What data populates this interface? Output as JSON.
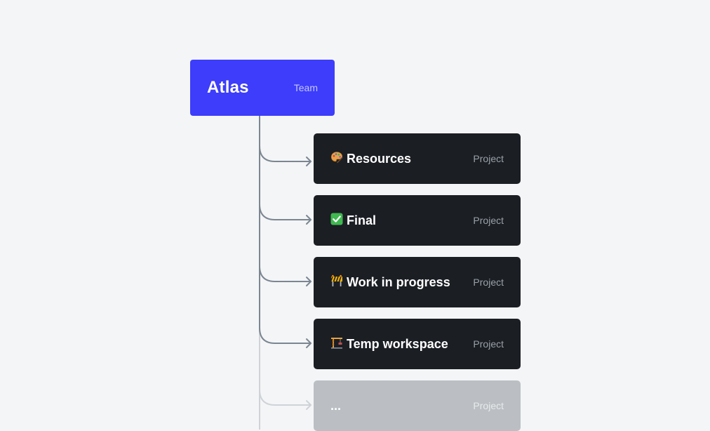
{
  "team": {
    "name": "Atlas",
    "type": "Team"
  },
  "projects": [
    {
      "title": "Resources",
      "type": "Project",
      "icon": "palette-icon"
    },
    {
      "title": "Final",
      "type": "Project",
      "icon": "check-mark-icon"
    },
    {
      "title": "Work in progress",
      "type": "Project",
      "icon": "construction-barrier-icon"
    },
    {
      "title": "Temp workspace",
      "type": "Project",
      "icon": "building-construction-icon"
    },
    {
      "title": "...",
      "type": "Project",
      "icon": ""
    }
  ],
  "colors": {
    "background": "#f4f5f7",
    "team_card": "#3d3dfb",
    "project_card": "#1b1e23",
    "project_card_muted": "#bbbfc3",
    "connector": "#7b8691",
    "connector_muted": "#cfd3d7"
  }
}
